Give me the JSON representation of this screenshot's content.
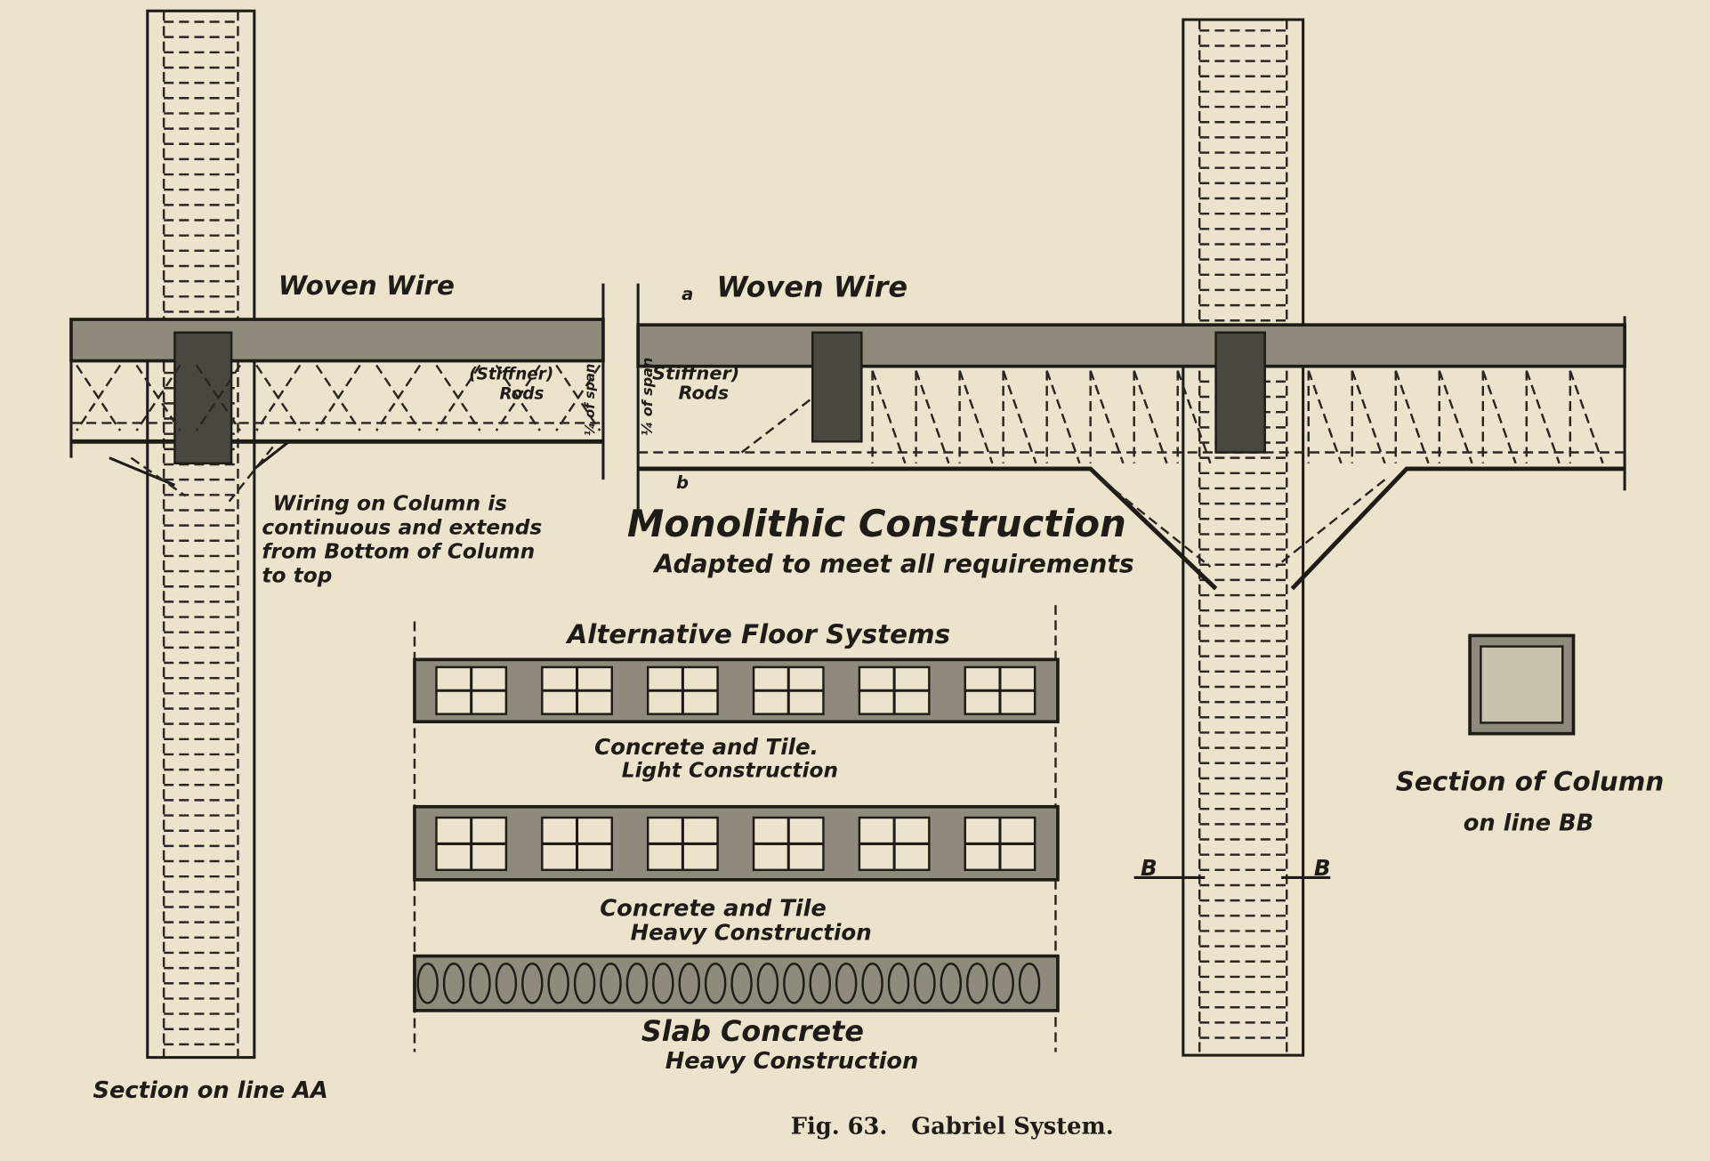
{
  "labels": {
    "woven_wire_left": "Woven Wire",
    "woven_wire_right": "Woven Wire",
    "stiffner_left": "(Stiffner)",
    "rods_left": "Rods",
    "stiffner_right": "Stiffner)",
    "rods_right": "Rods",
    "quarter_span_left": "¼ of span",
    "quarter_span_right": "¼ of span",
    "mark_a": "a",
    "mark_b": "b",
    "wiring_note": [
      "Wiring on Column is",
      "continuous and extends",
      "from Bottom of Column",
      "to top"
    ],
    "monolithic_title": "Monolithic Construction",
    "monolithic_subtitle": "Adapted to meet all requirements",
    "alt_floor_title": "Alternative Floor Systems",
    "floor1_line1": "Concrete and Tile.",
    "floor1_line2": "Light Construction",
    "floor2_line1": "Concrete and Tile",
    "floor2_line2": "Heavy Construction",
    "floor3_line1": "Slab Concrete",
    "floor3_line2": "Heavy Construction",
    "section_bb_line1": "Section of Column",
    "section_bb_line2": "on line BB",
    "b_left": "B",
    "b_right": "B",
    "section_aa": "Section on line AA"
  },
  "caption": "Fig. 63.   Gabriel System.",
  "colors": {
    "paper": "#ebe3cc",
    "ink": "#1f1c18",
    "concrete": "#8f8a7c"
  }
}
